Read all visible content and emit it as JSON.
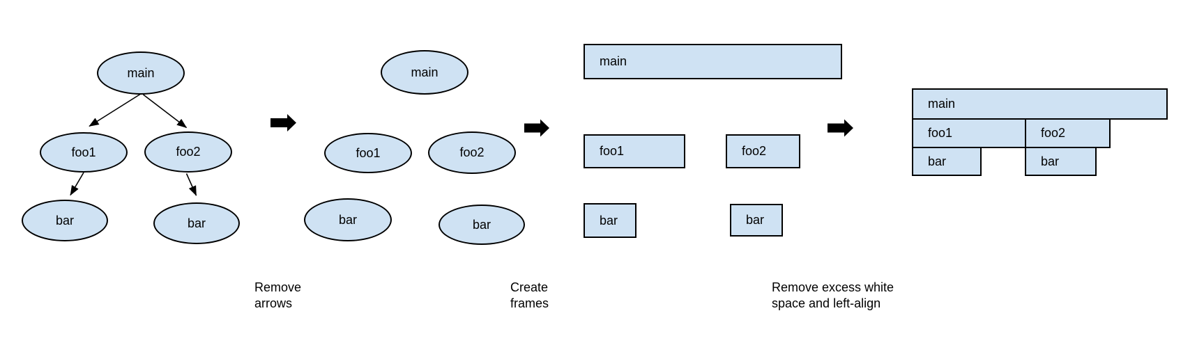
{
  "nodes": {
    "main": "main",
    "foo1": "foo1",
    "foo2": "foo2",
    "bar": "bar"
  },
  "steps": {
    "remove_arrows": {
      "line1": "Remove",
      "line2": "arrows"
    },
    "create_frames": {
      "line1": "Create",
      "line2": "frames"
    },
    "left_align": {
      "line1": "Remove excess white",
      "line2": "space and left-align"
    }
  },
  "structure": {
    "root": "main",
    "edges": [
      "main->foo1",
      "main->foo2",
      "foo1->bar",
      "foo2->bar"
    ]
  },
  "colors": {
    "shape_fill": "#cfe2f3",
    "shape_stroke": "#000000",
    "arrow": "#000000",
    "text": "#000000",
    "background": "#ffffff"
  }
}
